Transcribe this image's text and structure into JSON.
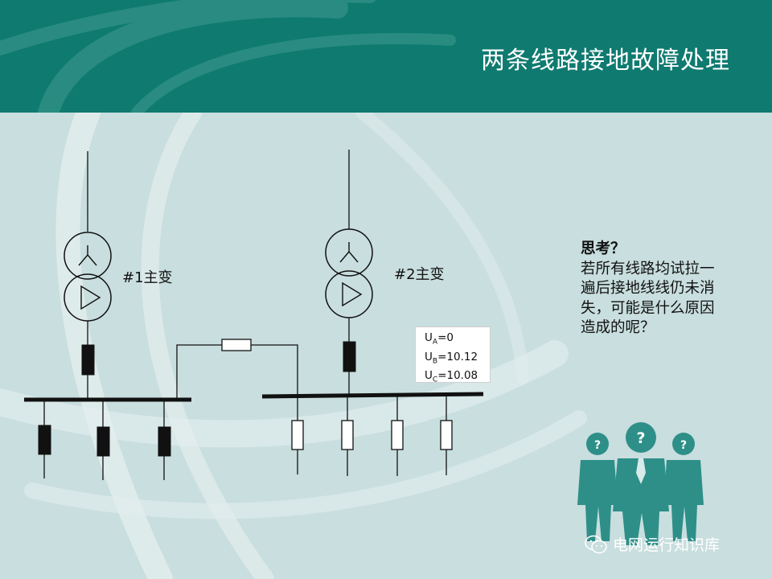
{
  "title": "两条线路接地故障处理",
  "transformer1": {
    "label": "#1主变"
  },
  "transformer2": {
    "label": "#2主变"
  },
  "voltage_readout": {
    "ua": {
      "sym": "U",
      "sub": "A",
      "val": "=0"
    },
    "ub": {
      "sym": "U",
      "sub": "B",
      "val": "=10.12"
    },
    "uc": {
      "sym": "U",
      "sub": "C",
      "val": "=10.08"
    }
  },
  "question": {
    "heading": "思考？",
    "lines": [
      "若所有线路均试拉一",
      "遍后接地线线仍未消",
      "失，可能是什么原因",
      "造成的呢？"
    ]
  },
  "footer": {
    "source": "电网运行知识库",
    "icon": "wechat-icon"
  },
  "colors": {
    "header": "#0f7a70",
    "background": "#c9dede",
    "people": "#2e8f89",
    "breaker_closed": "#111111",
    "breaker_open": "#ffffff"
  }
}
